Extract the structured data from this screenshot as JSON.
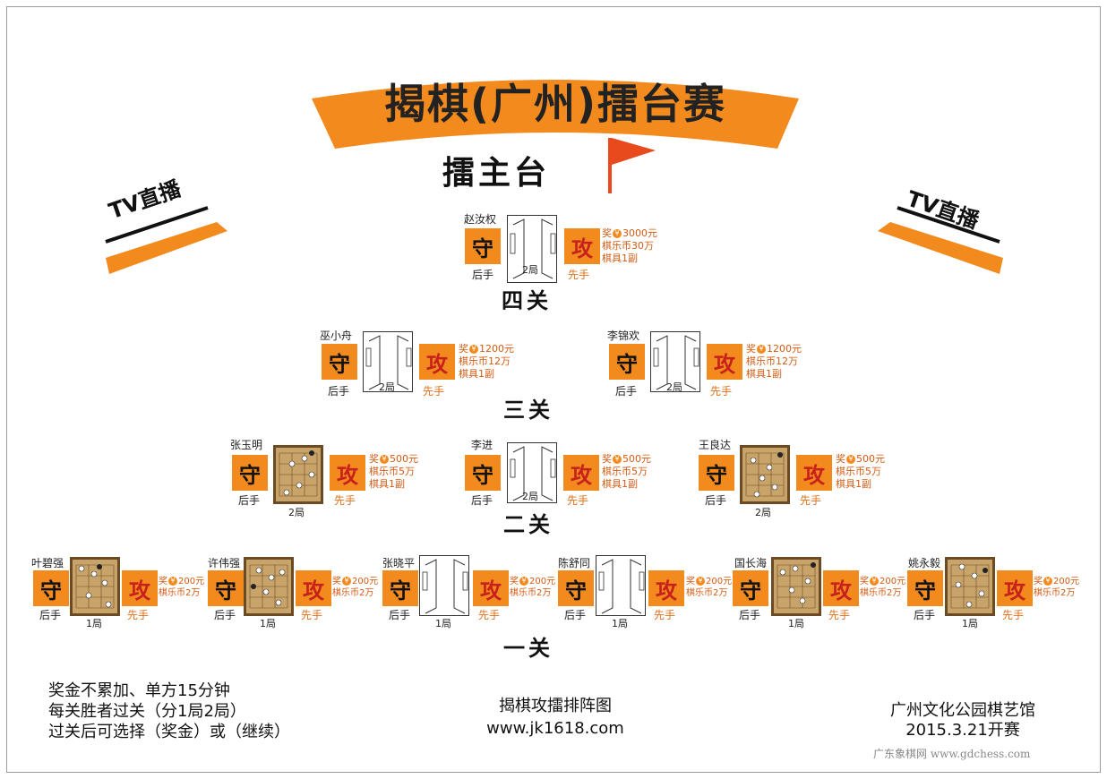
{
  "title": "揭棋(广州)擂台赛",
  "master_label": "擂主台",
  "tv_left": "TV直播",
  "tv_right": "TV直播",
  "roles": {
    "defend": "守",
    "attack": "攻",
    "second": "后手",
    "first": "先手"
  },
  "levels": {
    "four": "四关",
    "three": "三关",
    "two": "二关",
    "one": "一关"
  },
  "level4": {
    "p1": {
      "name": "赵汝权",
      "games": "2局",
      "prize1": "奖",
      "prize1b": "3000元",
      "prize2": "棋乐币30万",
      "prize3": "棋具1副"
    }
  },
  "level3": {
    "p1": {
      "name": "巫小舟",
      "games": "2局",
      "prize1": "奖",
      "prize1b": "1200元",
      "prize2": "棋乐币12万",
      "prize3": "棋具1副"
    },
    "p2": {
      "name": "李锦欢",
      "games": "2局",
      "prize1": "奖",
      "prize1b": "1200元",
      "prize2": "棋乐币12万",
      "prize3": "棋具1副"
    }
  },
  "level2": {
    "p1": {
      "name": "张玉明",
      "games": "2局",
      "prize1": "奖",
      "prize1b": "500元",
      "prize2": "棋乐币5万",
      "prize3": "棋具1副"
    },
    "p2": {
      "name": "李进",
      "games": "2局",
      "prize1": "奖",
      "prize1b": "500元",
      "prize2": "棋乐币5万",
      "prize3": "棋具1副"
    },
    "p3": {
      "name": "王良达",
      "games": "2局",
      "prize1": "奖",
      "prize1b": "500元",
      "prize2": "棋乐币5万",
      "prize3": "棋具1副"
    }
  },
  "level1": {
    "p1": {
      "name": "叶碧强",
      "games": "1局",
      "prize1": "奖",
      "prize1b": "200元",
      "prize2": "棋乐币2万"
    },
    "p2": {
      "name": "许伟强",
      "games": "1局",
      "prize1": "奖",
      "prize1b": "200元",
      "prize2": "棋乐币2万"
    },
    "p3": {
      "name": "张晓平",
      "games": "1局",
      "prize1": "奖",
      "prize1b": "200元",
      "prize2": "棋乐币2万"
    },
    "p4": {
      "name": "陈舒同",
      "games": "1局",
      "prize1": "奖",
      "prize1b": "200元",
      "prize2": "棋乐币2万"
    },
    "p5": {
      "name": "国长海",
      "games": "1局",
      "prize1": "奖",
      "prize1b": "200元",
      "prize2": "棋乐币2万"
    },
    "p6": {
      "name": "姚永毅",
      "games": "1局",
      "prize1": "奖",
      "prize1b": "200元",
      "prize2": "棋乐币2万"
    }
  },
  "coin_glyph": "¥",
  "rules": [
    "奖金不累加、单方15分钟",
    "每关胜者过关（分1局2局）",
    "过关后可选择（奖金）或（继续）"
  ],
  "center_footer": {
    "title": "揭棋攻擂排阵图",
    "url": "www.jk1618.com"
  },
  "venue": {
    "name": "广州文化公园棋艺馆",
    "date": "2015.3.21开赛"
  },
  "watermark": "广东象棋网 www.gdchess.com",
  "colors": {
    "orange": "#f28a1e",
    "red": "#c8201c",
    "flag": "#e8491d"
  }
}
